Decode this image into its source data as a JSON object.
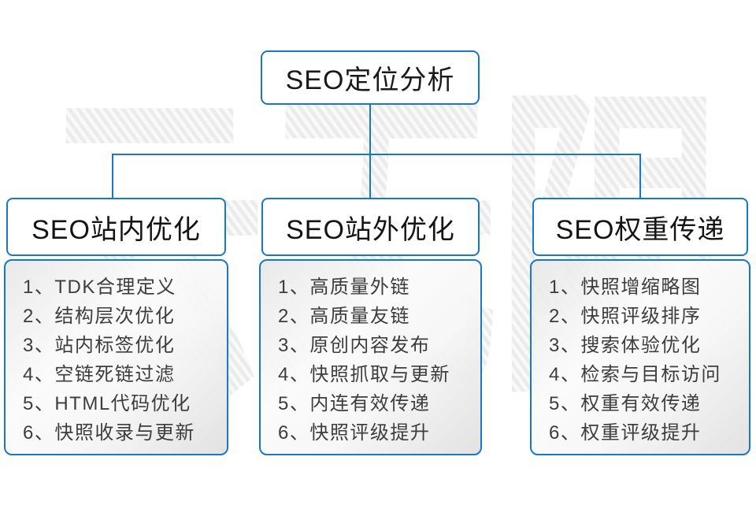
{
  "palette": {
    "accent_blue": "#1777cd",
    "heading_text": "#1a1a1a",
    "list_text": "#3d3d3d",
    "watermark_gray": "#ededed"
  },
  "watermark": {
    "text": "云无限"
  },
  "root": {
    "title": "SEO定位分析"
  },
  "columns": [
    {
      "title": "SEO站内优化",
      "items": [
        "1、TDK合理定义",
        "2、结构层次优化",
        "3、站内标签优化",
        "4、空链死链过滤",
        "5、HTML代码优化",
        "6、快照收录与更新"
      ]
    },
    {
      "title": "SEO站外优化",
      "items": [
        "1、高质量外链",
        "2、高质量友链",
        "3、原创内容发布",
        "4、快照抓取与更新",
        "5、内连有效传递",
        "6、快照评级提升"
      ]
    },
    {
      "title": "SEO权重传递",
      "items": [
        "1、快照增缩略图",
        "2、快照评级排序",
        "3、搜索体验优化",
        "4、检索与目标访问",
        "5、权重有效传递",
        "6、权重评级提升"
      ]
    }
  ]
}
